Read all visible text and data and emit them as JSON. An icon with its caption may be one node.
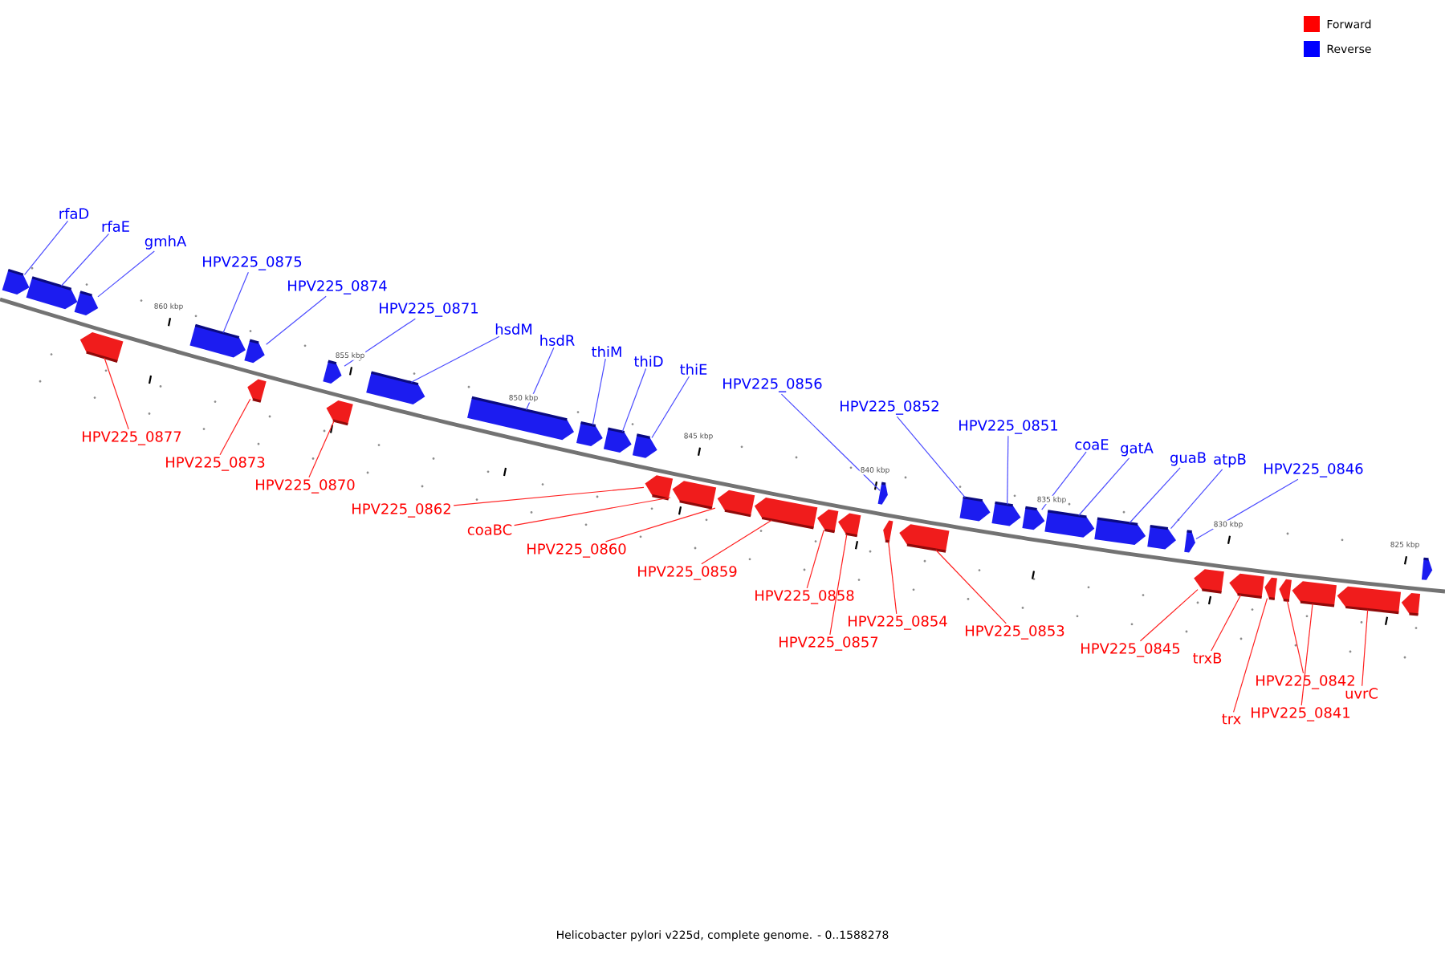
{
  "diagram": {
    "caption": "Helicobacter pylori v225d, complete genome. - 0..1588278",
    "nodes": [
      {
        "text": [
          "rfaD"
        ]
      },
      {
        "text": [
          "rfaE"
        ]
      },
      {
        "text": [
          "gmhA"
        ]
      },
      {
        "text": [
          "HPV225_0875"
        ]
      },
      {
        "text": [
          "HPV225_0874"
        ]
      },
      {
        "text": [
          "HPV225_0871"
        ]
      },
      {
        "text": [
          "hsdM"
        ]
      },
      {
        "text": [
          "hsdR"
        ]
      },
      {
        "text": [
          "thiM"
        ]
      },
      {
        "text": [
          "thiD"
        ]
      },
      {
        "text": [
          "thiE"
        ]
      },
      {
        "text": [
          "HPV225_0856"
        ]
      },
      {
        "text": [
          "HPV225_0852"
        ]
      },
      {
        "text": [
          "HPV225_0851"
        ]
      },
      {
        "text": [
          "coaE"
        ]
      },
      {
        "text": [
          "gatA"
        ]
      },
      {
        "text": [
          "guaB"
        ]
      },
      {
        "text": [
          "atpB"
        ]
      },
      {
        "text": [
          "HPV225_0846"
        ]
      },
      {
        "text": [
          "HPV225_0877"
        ]
      },
      {
        "text": [
          "HPV225_0873"
        ]
      },
      {
        "text": [
          "HPV225_0870"
        ]
      },
      {
        "text": [
          "HPV225_0862"
        ]
      },
      {
        "text": [
          "coaBC"
        ]
      },
      {
        "text": [
          "HPV225_0860"
        ]
      },
      {
        "text": [
          "HPV225_0859"
        ]
      },
      {
        "text": [
          "HPV225_0858"
        ]
      },
      {
        "text": [
          "HPV225_0857"
        ]
      },
      {
        "text": [
          "HPV225_0854"
        ]
      },
      {
        "text": [
          "HPV225_0853"
        ]
      },
      {
        "text": [
          "HPV225_0845"
        ]
      },
      {
        "text": [
          "trxB"
        ]
      },
      {
        "text": [
          "HPV225_0842"
        ]
      },
      {
        "text": [
          "trx"
        ]
      },
      {
        "text": [
          "HPV225_0841"
        ]
      },
      {
        "text": [
          "uvrC"
        ]
      },
      {
        "text": [],
        "shape": "arrow"
      },
      {
        "text": [],
        "shape": "arrow"
      },
      {
        "text": [],
        "shape": "arrow"
      },
      {
        "text": [],
        "shape": "arrow"
      },
      {
        "text": [],
        "shape": "arrow"
      },
      {
        "text": [],
        "shape": "arrow"
      },
      {
        "text": [],
        "shape": "arrow"
      },
      {
        "text": [],
        "shape": "arrow"
      },
      {
        "text": [],
        "shape": "arrow"
      },
      {
        "text": [],
        "shape": "arrow"
      },
      {
        "text": [],
        "shape": "arrow"
      },
      {
        "text": [],
        "shape": "arrow"
      },
      {
        "text": [],
        "shape": "arrow"
      },
      {
        "text": [],
        "shape": "arrow"
      },
      {
        "text": [],
        "shape": "arrow"
      },
      {
        "text": [],
        "shape": "arrow"
      },
      {
        "text": [],
        "shape": "arrow"
      },
      {
        "text": [],
        "shape": "arrow"
      },
      {
        "text": [],
        "shape": "arrow"
      },
      {
        "text": [],
        "shape": "arrow"
      },
      {
        "text": [],
        "shape": "arrow"
      },
      {
        "text": [],
        "shape": "arrow"
      },
      {
        "text": [],
        "shape": "arrow"
      },
      {
        "text": [],
        "shape": "arrow"
      },
      {
        "text": [],
        "shape": "arrow"
      },
      {
        "text": [],
        "shape": "arrow"
      },
      {
        "text": [],
        "shape": "arrow"
      },
      {
        "text": [],
        "shape": "arrow"
      },
      {
        "text": [],
        "shape": "arrow"
      },
      {
        "text": [],
        "shape": "arrow"
      },
      {
        "text": [],
        "shape": "arrow"
      },
      {
        "text": [],
        "shape": "arrow"
      },
      {
        "text": [],
        "shape": "arrow"
      },
      {
        "text": [],
        "shape": "arrow"
      },
      {
        "text": [],
        "shape": "arrow"
      },
      {
        "text": [],
        "shape": "arrow"
      },
      {
        "text": [],
        "shape": "arrow"
      },
      {
        "text": [],
        "shape": "arrow"
      }
    ],
    "edges": [
      {
        "from": 0,
        "to": 36,
        "arrow": "none"
      },
      {
        "from": 1,
        "to": 37,
        "arrow": "none"
      },
      {
        "from": 2,
        "to": 38,
        "arrow": "none"
      },
      {
        "from": 3,
        "to": 39,
        "arrow": "none"
      },
      {
        "from": 4,
        "to": 40,
        "arrow": "none"
      },
      {
        "from": 5,
        "to": 41,
        "arrow": "none"
      },
      {
        "from": 6,
        "to": 42,
        "arrow": "none"
      },
      {
        "from": 7,
        "to": 43,
        "arrow": "none"
      },
      {
        "from": 8,
        "to": 44,
        "arrow": "none"
      },
      {
        "from": 9,
        "to": 45,
        "arrow": "none"
      },
      {
        "from": 10,
        "to": 46,
        "arrow": "none"
      },
      {
        "from": 11,
        "to": 47,
        "arrow": "none"
      },
      {
        "from": 12,
        "to": 48,
        "arrow": "none"
      },
      {
        "from": 13,
        "to": 49,
        "arrow": "none"
      },
      {
        "from": 14,
        "to": 50,
        "arrow": "none"
      },
      {
        "from": 15,
        "to": 51,
        "arrow": "none"
      },
      {
        "from": 16,
        "to": 52,
        "arrow": "none"
      },
      {
        "from": 17,
        "to": 53,
        "arrow": "none"
      },
      {
        "from": 18,
        "to": 54,
        "arrow": "none"
      },
      {
        "from": 19,
        "to": 55,
        "arrow": "none",
        "color": "#ff2020"
      },
      {
        "from": 20,
        "to": 56,
        "arrow": "none",
        "color": "#ff2020"
      },
      {
        "from": 21,
        "to": 57,
        "arrow": "none",
        "color": "#ff2020"
      },
      {
        "from": 22,
        "to": 58,
        "arrow": "none",
        "color": "#ff2020"
      },
      {
        "from": 23,
        "to": 59,
        "arrow": "none",
        "color": "#ff2020"
      },
      {
        "from": 24,
        "to": 60,
        "arrow": "none",
        "color": "#ff2020"
      },
      {
        "from": 25,
        "to": 61,
        "arrow": "none",
        "color": "#ff2020"
      },
      {
        "from": 26,
        "to": 62,
        "arrow": "none",
        "color": "#ff2020"
      },
      {
        "from": 27,
        "to": 63,
        "arrow": "none",
        "color": "#ff2020"
      },
      {
        "from": 28,
        "to": 64,
        "arrow": "none",
        "color": "#ff2020"
      },
      {
        "from": 29,
        "to": 65,
        "arrow": "none",
        "color": "#ff2020"
      },
      {
        "from": 30,
        "to": 66,
        "arrow": "none",
        "color": "#ff2020"
      },
      {
        "from": 31,
        "to": 67,
        "arrow": "none",
        "color": "#ff2020"
      },
      {
        "from": 32,
        "to": 69,
        "arrow": "none",
        "color": "#ff2020"
      },
      {
        "from": 33,
        "to": 68,
        "arrow": "none",
        "color": "#ff2020"
      },
      {
        "from": 34,
        "to": 70,
        "arrow": "none",
        "color": "#ff2020"
      },
      {
        "from": 35,
        "to": 71,
        "arrow": "none",
        "color": "#ff2020"
      }
    ],
    "labels": [
      "860 kbp",
      "855 kbp",
      "850 kbp",
      "845 kbp",
      "840 kbp",
      "835 kbp",
      "830 kbp",
      "825 kbp"
    ],
    "legend": [
      {
        "text": "Forward",
        "color": "#ff0000"
      },
      {
        "text": "Reverse",
        "color": "#0000ff"
      }
    ]
  }
}
